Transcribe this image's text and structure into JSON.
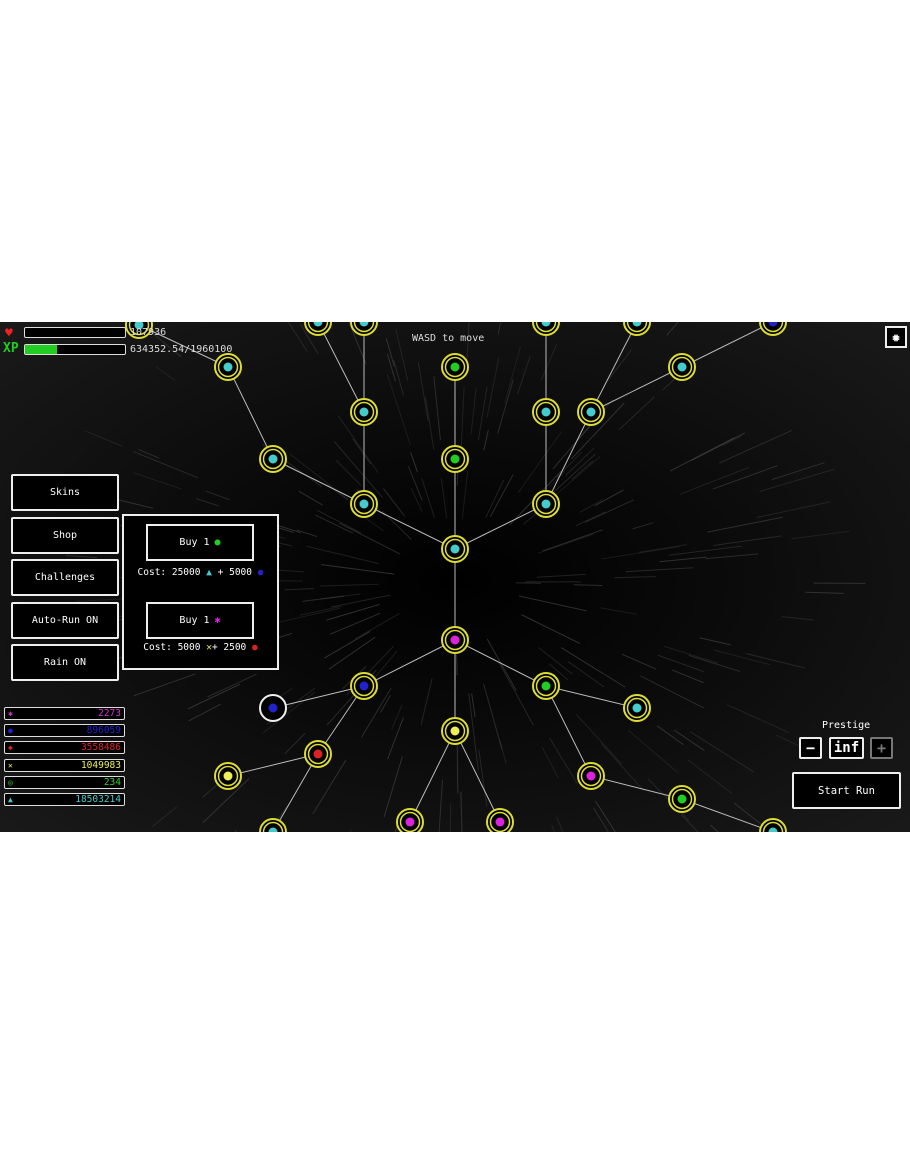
{
  "hud": {
    "health_icon": "heart-icon",
    "health_value": "107936",
    "health_fill": 0,
    "xp_label": "XP",
    "xp_text": "634352.54/1960100",
    "xp_fill": 0.32,
    "hint": "WASD to move",
    "settings_icon": "gear-icon"
  },
  "menu": {
    "items": [
      {
        "label": "Skins"
      },
      {
        "label": "Shop"
      },
      {
        "label": "Challenges"
      },
      {
        "label": "Auto-Run ON"
      },
      {
        "label": "Rain ON"
      }
    ]
  },
  "shop": {
    "buy1_label": "Buy 1",
    "buy1_color": "#22cc22",
    "cost1_prefix": "Cost: 25000",
    "cost1_mid": "+ 5000",
    "buy2_label": "Buy 1",
    "buy2_color": "#dd22dd",
    "cost2_prefix": "Cost: 5000",
    "cost2_mid": "+ 2500"
  },
  "resources": [
    {
      "icon": "bug-icon",
      "value": "2273",
      "color": "#cc33cc"
    },
    {
      "icon": "blob-icon",
      "value": "896059",
      "color": "#2222cc"
    },
    {
      "icon": "gem-icon",
      "value": "3558486",
      "color": "#dd2222"
    },
    {
      "icon": "cross-icon",
      "value": "1049983",
      "color": "#eeee55"
    },
    {
      "icon": "ring-icon",
      "value": "234",
      "color": "#33cc33"
    },
    {
      "icon": "triangle-icon",
      "value": "18503214",
      "color": "#44cccc"
    }
  ],
  "prestige": {
    "label": "Prestige",
    "minus": "−",
    "value": "inf",
    "plus": "+"
  },
  "start_run": "Start Run"
}
